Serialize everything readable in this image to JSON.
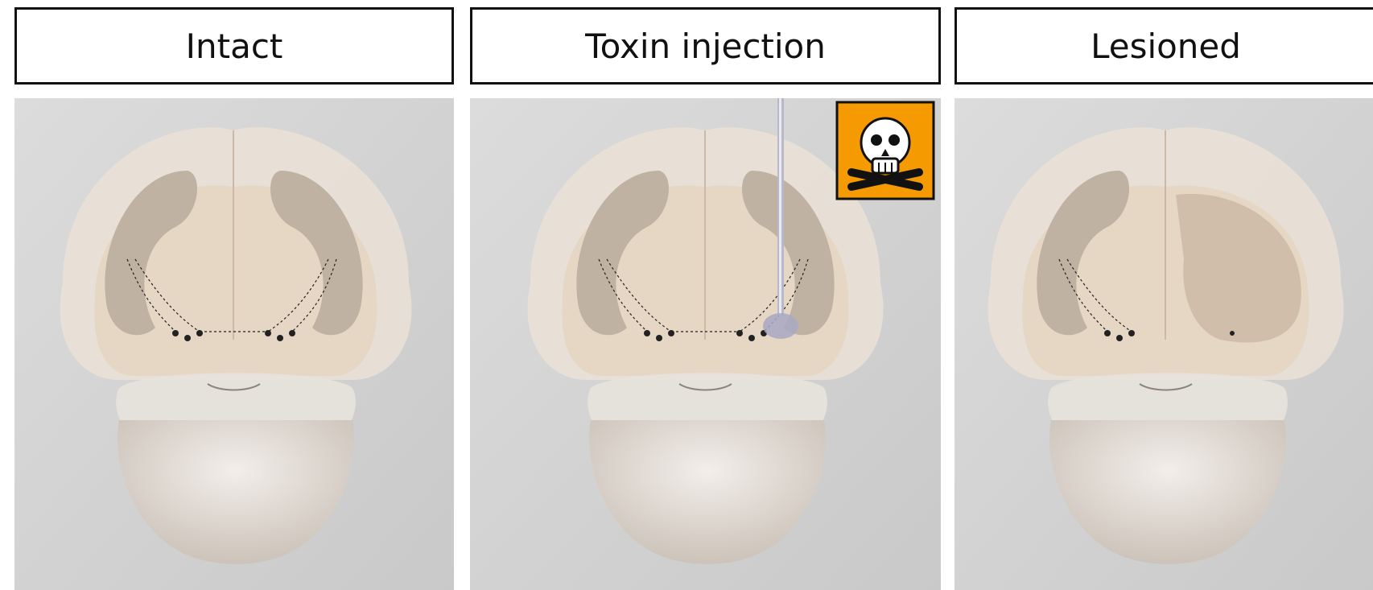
{
  "panels": [
    {
      "title": "Intact"
    },
    {
      "title": "Toxin injection"
    },
    {
      "title": "Lesioned"
    }
  ],
  "colors": {
    "background": "#d4d4d4",
    "brain_tissue": "#e8d8c6",
    "ventricle": "#b8aa98",
    "brainstem": "#e3dcd5",
    "neurons": "#222222",
    "hazard_orange": "#f59a00",
    "needle": "#a8a8c4"
  },
  "icons": [
    "skull-crossbones-hazard-icon",
    "injection-needle-icon"
  ]
}
